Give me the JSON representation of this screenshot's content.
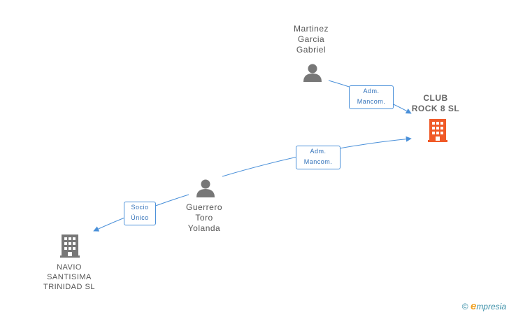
{
  "nodes": {
    "martinez": {
      "label": "Martinez\nGarcia\nGabriel",
      "type": "person"
    },
    "club_rock": {
      "label": "CLUB\nROCK 8  SL",
      "type": "company",
      "color": "#f05a28"
    },
    "guerrero": {
      "label": "Guerrero\nToro\nYolanda",
      "type": "person"
    },
    "navio": {
      "label": "NAVIO\nSANTISIMA\nTRINIDAD SL",
      "type": "company",
      "color": "#777777"
    }
  },
  "edges": {
    "martinez_club": {
      "label": "Adm.\nMancom."
    },
    "guerrero_club": {
      "label": "Adm.\nMancom."
    },
    "guerrero_navio": {
      "label": "Socio\nÚnico"
    }
  },
  "footer": {
    "copyright": "©",
    "brand_first": "e",
    "brand_rest": "mpresia"
  },
  "colors": {
    "edge": "#4a90d9",
    "person": "#777777"
  }
}
